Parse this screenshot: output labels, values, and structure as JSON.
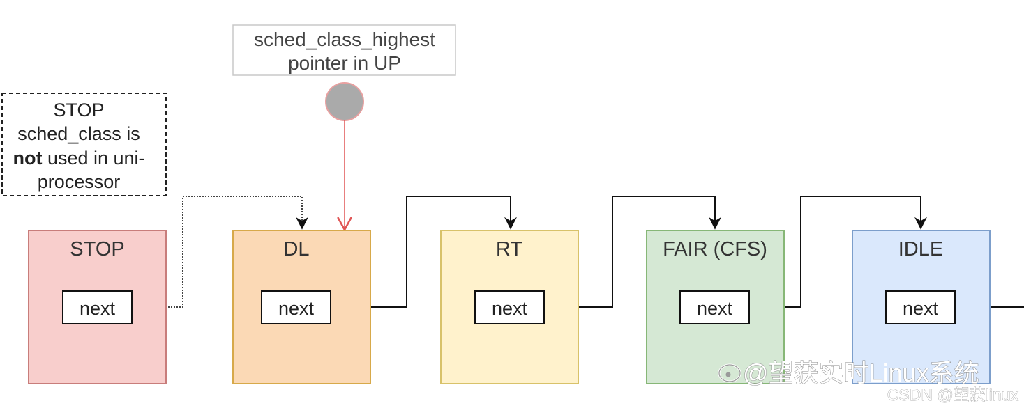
{
  "pointer_label": {
    "line1": "sched_class_highest",
    "line2": "pointer in UP"
  },
  "note": {
    "line1": "STOP",
    "line2": "sched_class is",
    "line3_bold": "not",
    "line3_rest": " used in uni-",
    "line4": "processor"
  },
  "classes": [
    {
      "name": "STOP",
      "field": "next",
      "fill": "#f8cecc",
      "stroke": "#c87d7b"
    },
    {
      "name": "DL",
      "field": "next",
      "fill": "#fbd9b5",
      "stroke": "#d7a94a"
    },
    {
      "name": "RT",
      "field": "next",
      "fill": "#fff2cc",
      "stroke": "#d8c26a"
    },
    {
      "name": "FAIR (CFS)",
      "field": "next",
      "fill": "#d5e8d4",
      "stroke": "#87b777"
    },
    {
      "name": "IDLE",
      "field": "next",
      "fill": "#dae8fc",
      "stroke": "#7c9ecb"
    }
  ],
  "watermark": {
    "main": "@望获实时Linux系统",
    "sub": "CSDN @望获linux"
  },
  "colors": {
    "pointer_dot": "#aaaaaa",
    "pointer_arrow": "#e05555",
    "link": "#111111"
  }
}
